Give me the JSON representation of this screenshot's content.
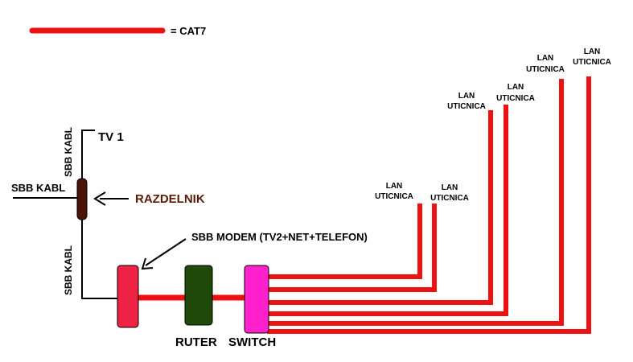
{
  "legend": {
    "label": "= CAT7"
  },
  "colors": {
    "cat7": "#ee1111",
    "coax": "#000000",
    "splitter": "#4a1408",
    "modem": "#ee2244",
    "router": "#1f4a0a",
    "switch": "#ff22cc",
    "razdelnik_text": "#5a1a08"
  },
  "labels": {
    "tv1": "TV 1",
    "sbb_kabl_in": "SBB KABL",
    "sbb_kabl_top": "SBB KABL",
    "sbb_kabl_bottom": "SBB KABL",
    "razdelnik": "RAZDELNIK",
    "modem": "SBB MODEM (TV2+NET+TELEFON)",
    "router": "RUTER",
    "switch": "SWITCH"
  },
  "outlets": [
    {
      "line1": "LAN",
      "line2": "UTICNICA"
    },
    {
      "line1": "LAN",
      "line2": "UTICNICA"
    },
    {
      "line1": "LAN",
      "line2": "UTICNICA"
    },
    {
      "line1": "LAN",
      "line2": "UTICNICA"
    },
    {
      "line1": "LAN",
      "line2": "UTICNICA"
    },
    {
      "line1": "LAN",
      "line2": "UTICNICA"
    }
  ]
}
